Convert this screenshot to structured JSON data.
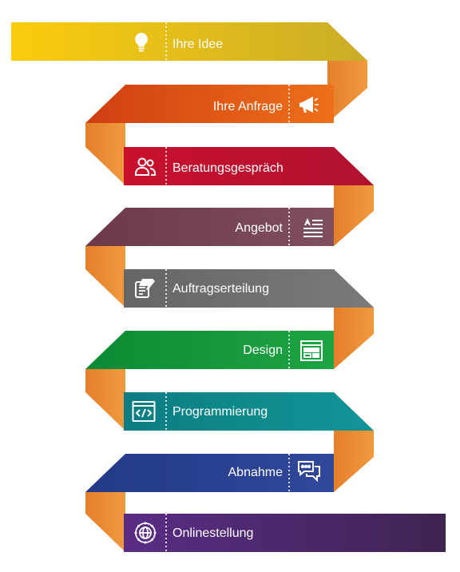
{
  "steps": [
    {
      "label": "Ihre Idee",
      "icon": "lightbulb-icon",
      "color": "#f3c511"
    },
    {
      "label": "Ihre Anfrage",
      "icon": "megaphone-icon",
      "color": "#e25a16"
    },
    {
      "label": "Beratungsgespräch",
      "icon": "users-icon",
      "color": "#c1112d"
    },
    {
      "label": "Angebot",
      "icon": "text-list-icon",
      "color": "#7a4755"
    },
    {
      "label": "Auftragserteilung",
      "icon": "notepad-pen-icon",
      "color": "#6b6b6b"
    },
    {
      "label": "Design",
      "icon": "layout-window-icon",
      "color": "#16973a"
    },
    {
      "label": "Programmierung",
      "icon": "code-window-icon",
      "color": "#0f8b8c"
    },
    {
      "label": "Abnahme",
      "icon": "chat-bubbles-icon",
      "color": "#2b3f92"
    },
    {
      "label": "Onlinestellung",
      "icon": "globe-gear-icon",
      "color": "#53307e"
    }
  ],
  "fold_color": "#e98a33"
}
